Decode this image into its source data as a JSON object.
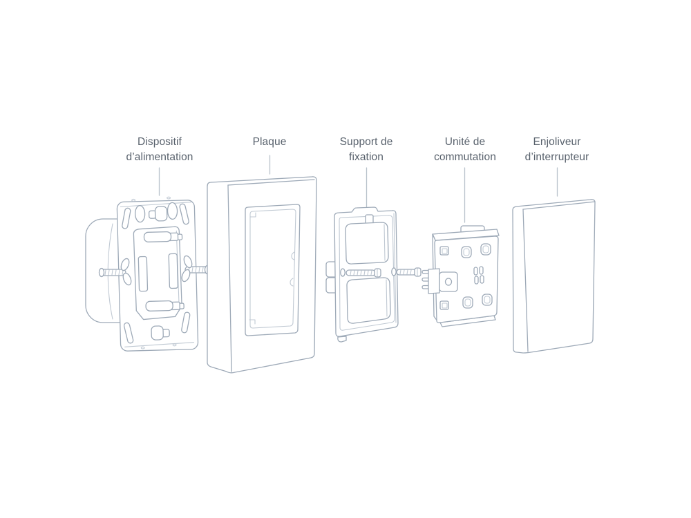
{
  "colors": {
    "background": "#ffffff",
    "illustration_line": "#9da9b7",
    "illustration_line_light": "#c0c9d3",
    "leader_line": "#b9c2cb",
    "label_text": "#58616c"
  },
  "diagram": {
    "type": "exploded-assembly-illustration",
    "parts": [
      {
        "id": "dispositif-alimentation",
        "label_lines": [
          "Dispositif",
          "d’alimentation"
        ]
      },
      {
        "id": "plaque",
        "label_lines": [
          "Plaque"
        ]
      },
      {
        "id": "support-fixation",
        "label_lines": [
          "Support de",
          "fixation"
        ]
      },
      {
        "id": "unite-commutation",
        "label_lines": [
          "Unité de",
          "commutation"
        ]
      },
      {
        "id": "enjoliveur-interrupteur",
        "label_lines": [
          "Enjoliveur",
          "d’interrupteur"
        ]
      }
    ]
  }
}
